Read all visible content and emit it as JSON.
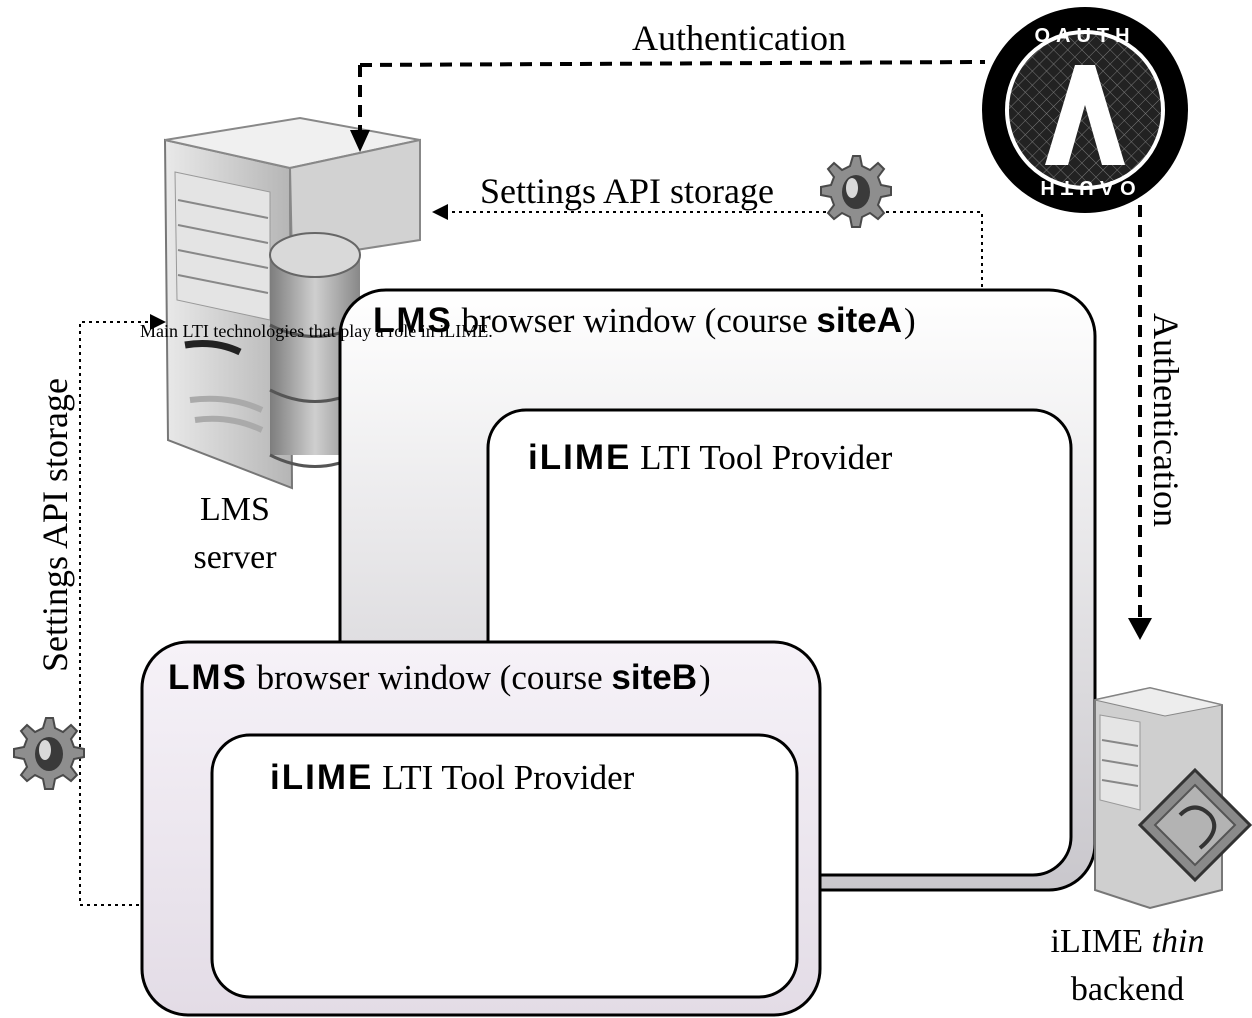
{
  "labels": {
    "auth_top": "Authentication",
    "auth_right": "Authentication",
    "settings_top": "Settings API storage",
    "settings_left": "Settings API storage",
    "lms_server_line1": "LMS",
    "lms_server_line2": "server",
    "backend_line1": "iLIME",
    "backend_line1_em": "thin",
    "backend_line2": "backend",
    "caption": "Main LTI technologies that play a role in iLIME."
  },
  "window_a": {
    "lms": "LMS",
    "text": "browser window (course",
    "site": "site",
    "letter": "A",
    "close": ")"
  },
  "window_b": {
    "lms": "LMS",
    "text": "browser window (course",
    "site": "site",
    "letter": "B",
    "close": ")"
  },
  "tool_a": {
    "brand": "iLIME",
    "text": "LTI Tool Provider"
  },
  "tool_b": {
    "brand": "iLIME",
    "text": "LTI Tool Provider"
  },
  "oauth_logo": {
    "top_text": "OAUTH",
    "bottom_text": "OAUTH",
    "letter": "A"
  },
  "colors": {
    "window_a_fill": "#f2f2f4",
    "window_b_fill": "#e9e4ec",
    "shadow": "#9a96a0"
  }
}
